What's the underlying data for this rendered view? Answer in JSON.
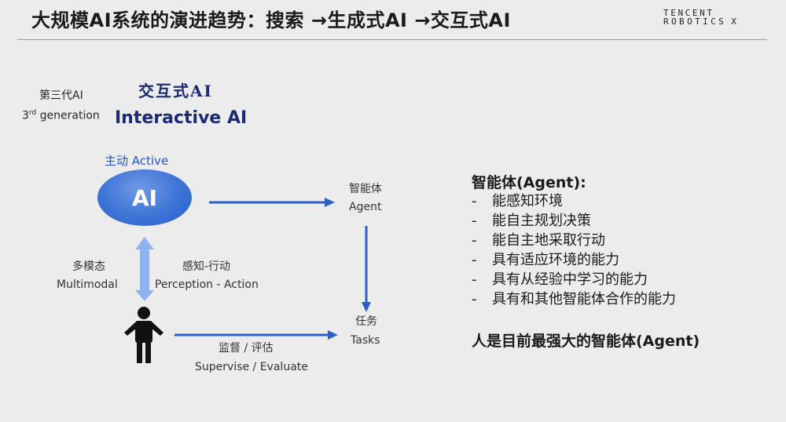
{
  "header": {
    "title": "大规模AI系统的演进趋势：搜索 →生成式AI →交互式AI",
    "logo_line1": "TENCENT",
    "logo_line2": "ROBOTICS",
    "logo_x": "X"
  },
  "diagram": {
    "generation_cn": "第三代AI",
    "generation_num": "3",
    "generation_ord": "rd",
    "generation_word": "generation",
    "interactive_cn": "交互式AI",
    "interactive_en": "Interactive AI",
    "active_label": "主动 Active",
    "ai_node": "AI",
    "agent_cn": "智能体",
    "agent_en": "Agent",
    "multimodal_cn": "多模态",
    "multimodal_en": "Multimodal",
    "perception_cn": "感知-行动",
    "perception_en": "Perception - Action",
    "tasks_cn": "任务",
    "tasks_en": "Tasks",
    "supervise_cn": "监督 / 评估",
    "supervise_en": "Supervise / Evaluate"
  },
  "agent": {
    "heading": "智能体(Agent):",
    "bullet_marker": "-",
    "items": [
      "能感知环境",
      "能自主规划决策",
      "能自主地采取行动",
      "具有适应环境的能力",
      "具有从经验中学习的能力",
      "具有和其他智能体合作的能力"
    ],
    "conclusion": "人是目前最强大的智能体(Agent)"
  },
  "colors": {
    "accent_blue": "#2a5fc8",
    "title_navy": "#1c2a72",
    "arrow_light": "#8fb2f0",
    "background": "#ececec"
  }
}
